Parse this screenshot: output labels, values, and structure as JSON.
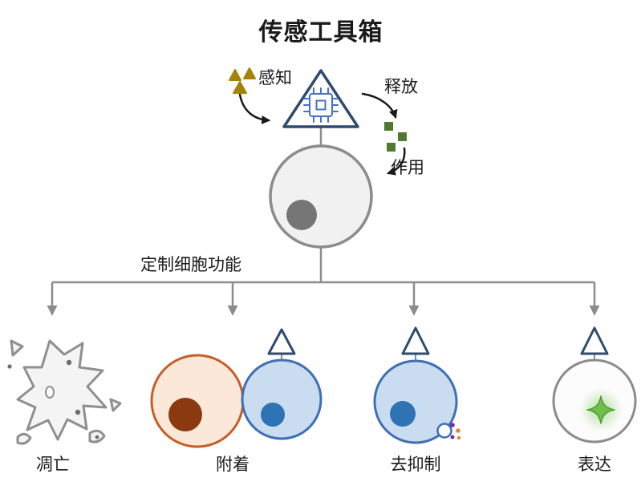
{
  "title": "传感工具箱",
  "sensor": {
    "sense_label": "感知",
    "release_label": "释放",
    "action_label": "作用"
  },
  "branch": {
    "label": "定制细胞功能"
  },
  "outcomes": [
    {
      "label": "凋亡"
    },
    {
      "label": "附着"
    },
    {
      "label": "去抑制"
    },
    {
      "label": "表达"
    }
  ],
  "icons": {
    "sensor": "triangle-with-chip",
    "inputs": "gold-triangles",
    "outputs": "green-squares",
    "expression_marker": "green-sparkle-star"
  },
  "colors": {
    "sensor_outline": "#2f4b6e",
    "chip_blue": "#4472c4",
    "input_gold": "#a5830a",
    "output_green": "#4e7b2f",
    "cell_gray_stroke": "#8c8c8c",
    "cell_gray_fill": "#f1f1f1",
    "nucleus_gray": "#767676",
    "cell_orange_stroke": "#c55f27",
    "cell_orange_fill": "#fce8d9",
    "nucleus_brown": "#8a3a0e",
    "cell_blue_stroke": "#3f6fb5",
    "cell_blue_fill": "#c9dcf0",
    "nucleus_blue": "#2e74b5",
    "star_green": "#6fbf4a",
    "dot_purple": "#7030a0",
    "dot_orange": "#e8803a",
    "arrow_black": "#1a1a1a",
    "line_gray": "#8c8c8c"
  }
}
